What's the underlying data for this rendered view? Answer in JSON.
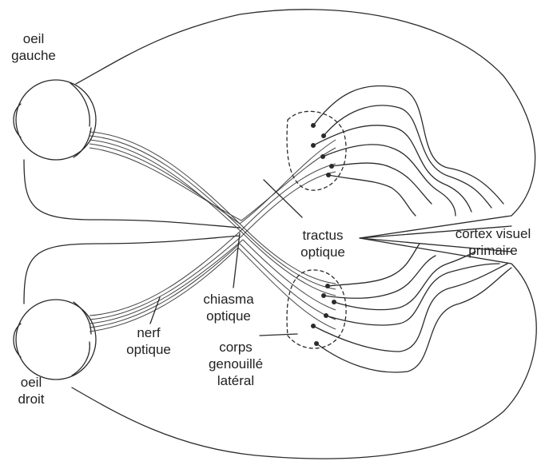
{
  "labels": {
    "left_eye": [
      "oeil",
      "gauche"
    ],
    "right_eye": [
      "oeil",
      "droit"
    ],
    "optic_tract": [
      "tractus",
      "optique"
    ],
    "primary_visual_cortex": [
      "cortex visuel",
      "primaire"
    ],
    "optic_chiasm": [
      "chiasma",
      "optique"
    ],
    "optic_nerve": [
      "nerf",
      "optique"
    ],
    "lateral_geniculate_body": [
      "corps",
      "genouillé",
      "latéral"
    ]
  },
  "colors": {
    "line": "#2b2b2b",
    "text": "#222222",
    "background": "#ffffff"
  }
}
